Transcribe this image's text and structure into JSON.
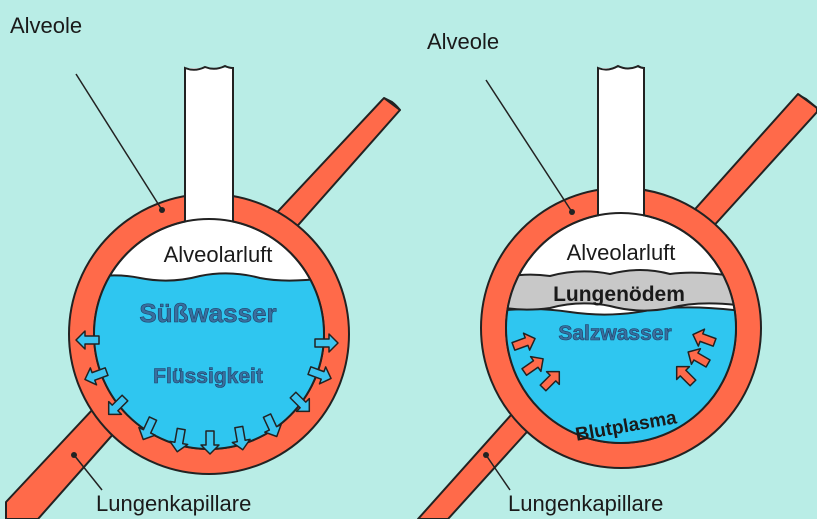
{
  "left_panel": {
    "alveole_label": "Alveole",
    "air_label": "Alveolarluft",
    "water_label": "Süßwasser",
    "fluid_label": "Flüssigkeit",
    "capillary_label": "Lungenkapillare"
  },
  "right_panel": {
    "alveole_label": "Alveole",
    "air_label": "Alveolarluft",
    "edema_label": "Lungenödem",
    "water_label": "Salzwasser",
    "plasma_label": "Blutplasma",
    "capillary_label": "Lungenkapillare"
  },
  "colors": {
    "background": "#b9ede6",
    "vessel": "#ff6a4a",
    "water": "#2fc6f0",
    "edema": "#c8c8c8",
    "arrow_out": "#3cc4f0",
    "arrow_in": "#ff6a4a"
  }
}
